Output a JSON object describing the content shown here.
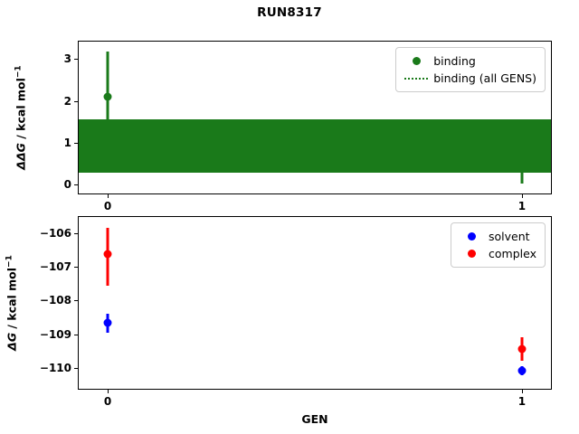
{
  "figure": {
    "title": "RUN8317",
    "xlabel": "GEN",
    "colors": {
      "binding": "#1a7a1a",
      "solvent": "#0000ff",
      "complex": "#ff0000",
      "axis": "#000000",
      "background": "#ffffff"
    }
  },
  "chart_data": [
    {
      "type": "scatter",
      "panel": "top",
      "title": "RUN8317",
      "xlabel": "",
      "ylabel": "ΔΔG / kcal mol⁻¹",
      "ylabel_plain": "ddG / kcal mol-1",
      "x": [
        0,
        1
      ],
      "xticklabels": [
        "0",
        "1"
      ],
      "xlim": [
        -0.07,
        1.07
      ],
      "ylim": [
        -0.22,
        3.42
      ],
      "yticks": [
        0,
        1,
        2,
        3
      ],
      "yticklabels": [
        "0",
        "1",
        "2",
        "3"
      ],
      "grid": false,
      "legend_position": "upper right",
      "series": [
        {
          "name": "binding",
          "style": "marker+errorbar",
          "color": "#1a7a1a",
          "values": [
            2.1,
            0.6
          ],
          "err_low": [
            1.08,
            0.01
          ],
          "err_high": [
            3.18,
            1.18
          ]
        },
        {
          "name": "binding (all GENS)",
          "style": "dotted-line-band",
          "color": "#1a7a1a",
          "band_low": 0.28,
          "band_high": 1.56
        }
      ]
    },
    {
      "type": "scatter",
      "panel": "bottom",
      "title": "",
      "xlabel": "GEN",
      "ylabel": "ΔG / kcal mol⁻¹",
      "ylabel_plain": "dG / kcal mol-1",
      "x": [
        0,
        1
      ],
      "xticklabels": [
        "0",
        "1"
      ],
      "xlim": [
        -0.07,
        1.07
      ],
      "ylim": [
        -110.62,
        -105.52
      ],
      "yticks": [
        -106,
        -107,
        -108,
        -109,
        -110
      ],
      "yticklabels": [
        "−106",
        "−107",
        "−108",
        "−109",
        "−110"
      ],
      "grid": false,
      "legend_position": "upper right",
      "series": [
        {
          "name": "solvent",
          "style": "marker+errorbar",
          "color": "#0000ff",
          "values": [
            -108.66,
            -110.07
          ],
          "err_low": [
            -108.96,
            -110.21
          ],
          "err_high": [
            -108.4,
            -109.95
          ]
        },
        {
          "name": "complex",
          "style": "marker+errorbar",
          "color": "#ff0000",
          "values": [
            -106.62,
            -109.45
          ],
          "err_low": [
            -107.55,
            -109.8
          ],
          "err_high": [
            -105.85,
            -109.1
          ]
        }
      ]
    }
  ],
  "legends": {
    "top": [
      {
        "label": "binding",
        "key": "dot",
        "color": "#1a7a1a"
      },
      {
        "label": "binding (all GENS)",
        "key": "dotted-line",
        "color": "#1a7a1a"
      }
    ],
    "bottom": [
      {
        "label": "solvent",
        "key": "dot",
        "color": "#0000ff"
      },
      {
        "label": "complex",
        "key": "dot",
        "color": "#ff0000"
      }
    ]
  }
}
